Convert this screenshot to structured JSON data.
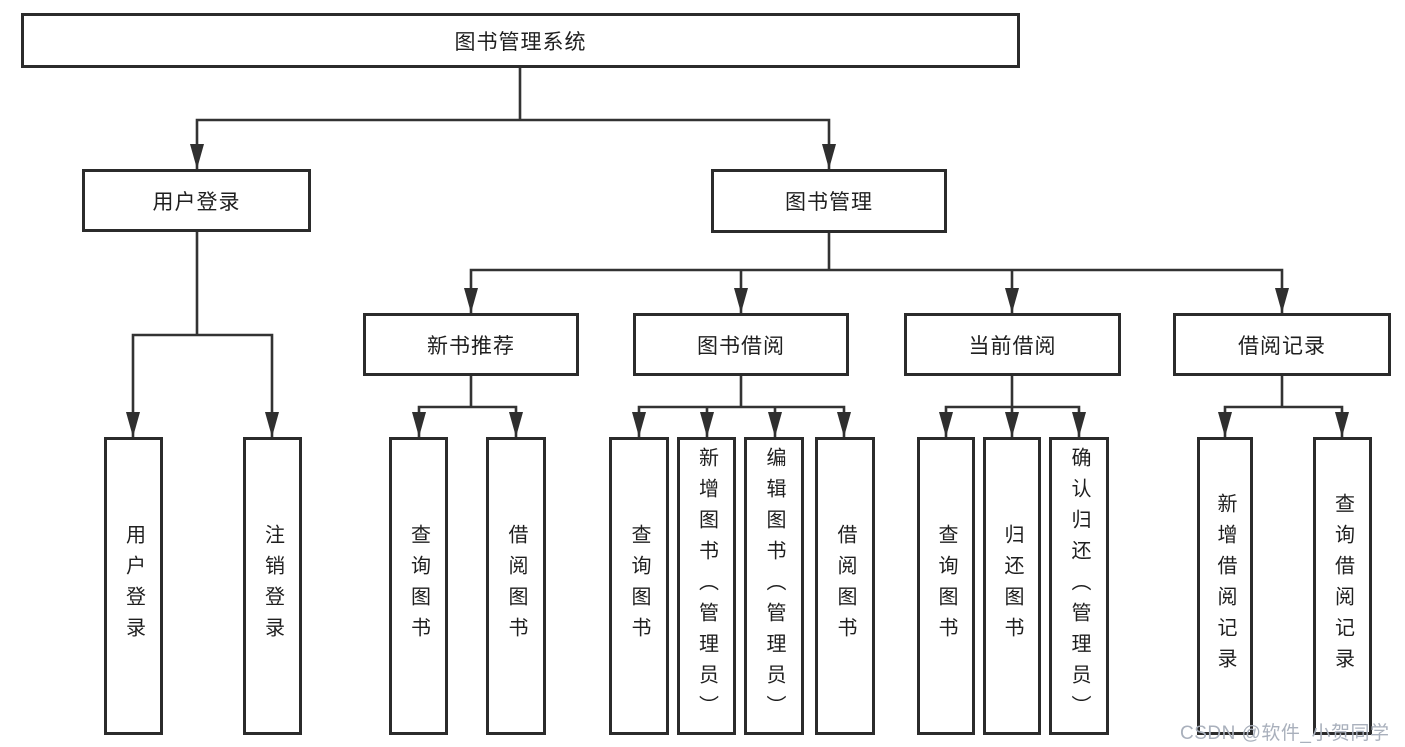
{
  "diagram": {
    "root": {
      "label": "图书管理系统"
    },
    "level2": [
      {
        "label": "用户登录"
      },
      {
        "label": "图书管理"
      }
    ],
    "level3": [
      {
        "label": "新书推荐"
      },
      {
        "label": "图书借阅"
      },
      {
        "label": "当前借阅"
      },
      {
        "label": "借阅记录"
      }
    ],
    "leaves": {
      "user_login": [
        "用户登录",
        "注销登录"
      ],
      "new_book_recommend": [
        "查询图书",
        "借阅图书"
      ],
      "book_borrow": [
        "查询图书",
        "新增图书（管理员）",
        "编辑图书（管理员）",
        "借阅图书"
      ],
      "current_borrow": [
        "查询图书",
        "归还图书",
        "确认归还（管理员）"
      ],
      "borrow_record": [
        "新增借阅记录",
        "查询借阅记录"
      ]
    }
  },
  "watermark": "CSDN @软件_小贺同学",
  "colors": {
    "line": "#333333",
    "box_border": "#2b2b2b",
    "box_fill": "#ffffff",
    "text": "#1f1f1f",
    "watermark": "#a9b0bc"
  }
}
